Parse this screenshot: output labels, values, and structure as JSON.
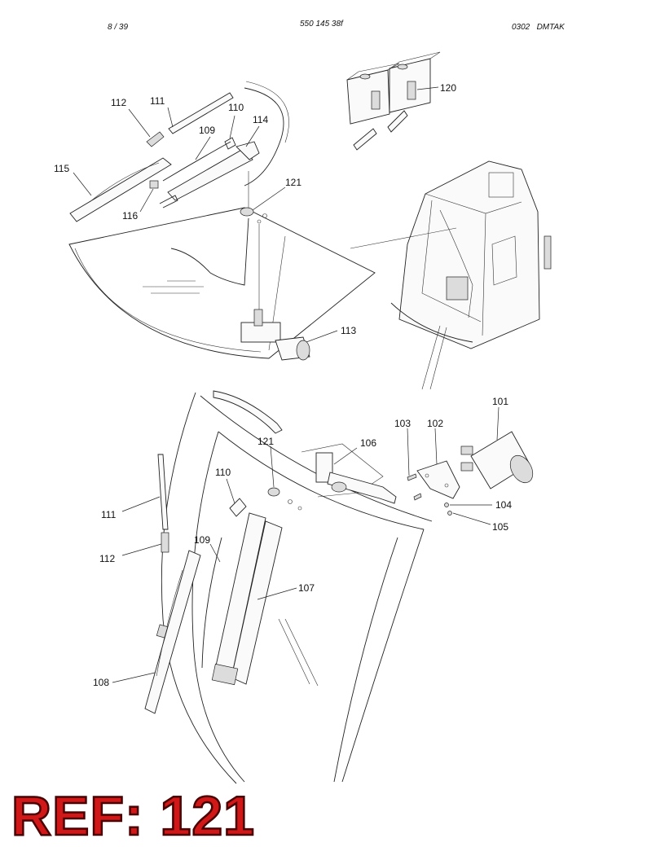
{
  "header": {
    "page": "8 / 39",
    "doc_number": "550 145 38f",
    "code": "0302   DMTAK"
  },
  "callouts": {
    "c112a": "112",
    "c111a": "111",
    "c110a": "110",
    "c109a": "109",
    "c114": "114",
    "c115": "115",
    "c116": "116",
    "c121a": "121",
    "c113": "113",
    "c120": "120",
    "c101": "101",
    "c103": "103",
    "c102": "102",
    "c106": "106",
    "c121b": "121",
    "c110b": "110",
    "c111b": "111",
    "c112b": "112",
    "c109b": "109",
    "c107": "107",
    "c104": "104",
    "c105": "105",
    "c108": "108"
  },
  "reference": "REF: 121",
  "colors": {
    "reference_fill": "#d01818",
    "reference_outline": "#4a0000",
    "line": "#222222"
  }
}
